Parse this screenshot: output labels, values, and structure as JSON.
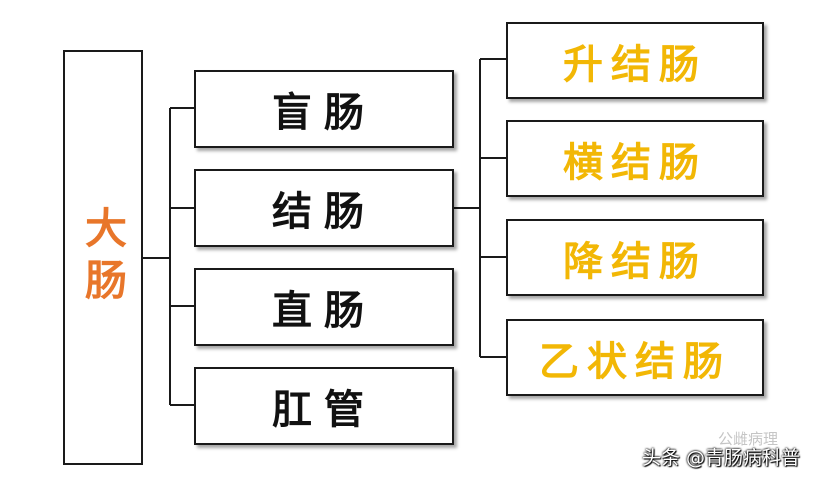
{
  "root": {
    "label": "大肠"
  },
  "level1": [
    {
      "label": "盲肠"
    },
    {
      "label": "结肠"
    },
    {
      "label": "直肠"
    },
    {
      "label": "肛管"
    }
  ],
  "level2": [
    {
      "label": "升结肠"
    },
    {
      "label": "横结肠"
    },
    {
      "label": "降结肠"
    },
    {
      "label": "乙状结肠"
    }
  ],
  "watermark": {
    "main": "头条 @青肠病科普",
    "faint": "公雌病理"
  },
  "colors": {
    "root": "#e8762a",
    "level2": "#f2b705",
    "level1": "#111111",
    "border": "#1a1a1a"
  }
}
